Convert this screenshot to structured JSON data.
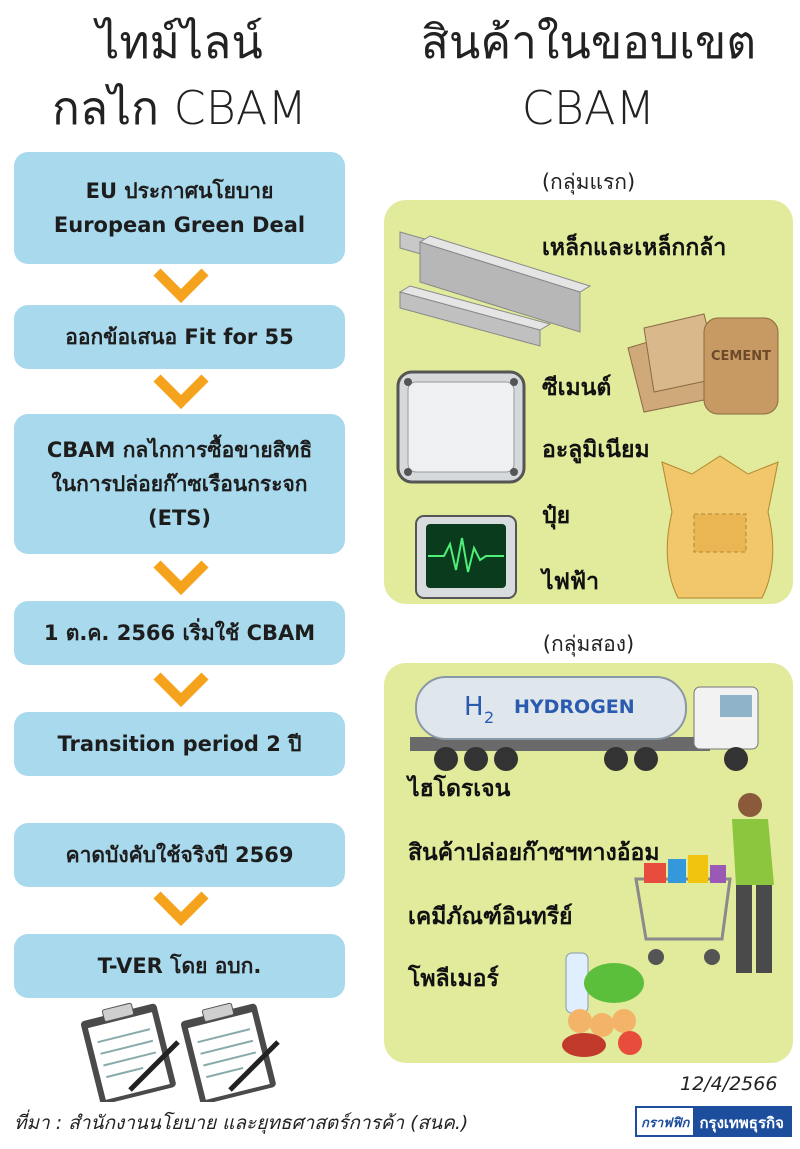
{
  "left_title": {
    "line1": "ไทม์ไลน์",
    "line2": "กลไก CBAM"
  },
  "right_title": {
    "line1": "สินค้าในขอบเขต",
    "line2": "CBAM"
  },
  "steps": [
    {
      "line1": "EU ประกาศนโยบาย",
      "line2": "European Green Deal"
    },
    {
      "line1": "ออกข้อเสนอ Fit for 55"
    },
    {
      "line1": "CBAM กลไกการซื้อขายสิทธิ",
      "line2": "ในการปล่อยก๊าซเรือนกระจก",
      "line3": "(ETS)"
    },
    {
      "line1": "1 ต.ค. 2566 เริ่มใช้ CBAM"
    },
    {
      "line1": "Transition period 2 ปี"
    },
    {
      "line1": "คาดบังคับใช้จริงปี 2569"
    },
    {
      "line1": "T-VER โดย อบก."
    }
  ],
  "group1": {
    "label": "(กลุ่มแรก)",
    "items": [
      "เหล็กและเหล็กกล้า",
      "ซีเมนต์",
      "อะลูมิเนียม",
      "ปุ๋ย",
      "ไฟฟ้า"
    ],
    "cement_bag_text": "CEMENT"
  },
  "group2": {
    "label": "(กลุ่มสอง)",
    "items": [
      "ไฮโดรเจน",
      "สินค้าปล่อยก๊าซฯทางอ้อม",
      "เคมีภัณฑ์อินทรีย์",
      "โพลีเมอร์"
    ],
    "truck_text": "HYDROGEN",
    "truck_symbol": "H",
    "truck_subscript": "2"
  },
  "footer": {
    "source": "ที่มา : สำนักงานนโยบาย และยุทธศาสตร์การค้า (สนค.)",
    "date": "12/4/2566",
    "brand_small": "กราฟฟิก",
    "brand_name": "กรุงเทพธุรกิจ"
  },
  "colors": {
    "step_bg": "#a9d9ec",
    "chevron": "#f5a21c",
    "panel_bg": "#e2ea9b",
    "brand_blue": "#1d4e9e"
  }
}
